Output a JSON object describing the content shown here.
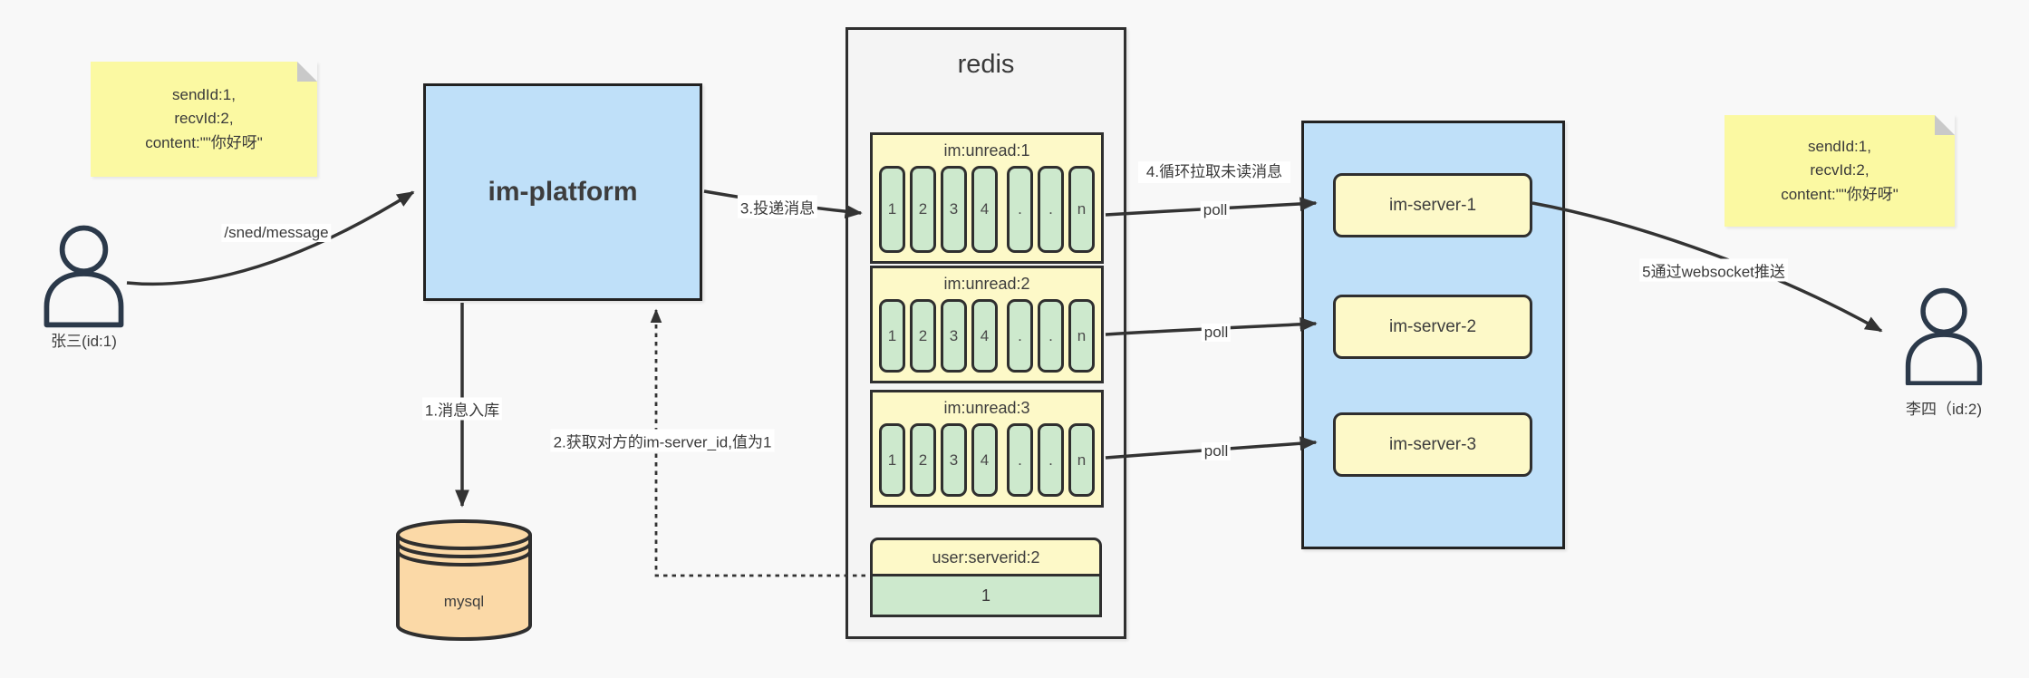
{
  "colors": {
    "page_bg": "#f8f8f8",
    "platform_fill": "#bfe0f9",
    "servers_fill": "#bfe0f9",
    "note_fill": "#fbf9a2",
    "queue_header_fill": "#fdf9c8",
    "queue_cell_fill": "#cde9cd",
    "mysql_fill": "#fbd9a7",
    "redis_fill": "#f4f4f4",
    "stroke": "#2f2f2f"
  },
  "notes": {
    "left": {
      "line1": "sendId:1,",
      "line2": "recvId:2,",
      "line3": "content:\"\"你好呀\""
    },
    "right": {
      "line1": "sendId:1,",
      "line2": "recvId:2,",
      "line3": "content:\"\"你好呀\""
    }
  },
  "actors": {
    "sender": {
      "label": "张三(id:1)"
    },
    "receiver": {
      "label": "李四（id:2)"
    }
  },
  "platform": {
    "label": "im-platform"
  },
  "database": {
    "label": "mysql"
  },
  "redis": {
    "title": "redis",
    "queues": [
      {
        "header": "im:unread:1",
        "cells": [
          "1",
          "2",
          "3",
          "4",
          ".",
          ".",
          "n"
        ]
      },
      {
        "header": "im:unread:2",
        "cells": [
          "1",
          "2",
          "3",
          "4",
          ".",
          ".",
          "n"
        ]
      },
      {
        "header": "im:unread:3",
        "cells": [
          "1",
          "2",
          "3",
          "4",
          ".",
          ".",
          "n"
        ]
      }
    ],
    "kv": {
      "header": "user:serverid:2",
      "value": "1"
    }
  },
  "servers": [
    {
      "label": "im-server-1"
    },
    {
      "label": "im-server-2"
    },
    {
      "label": "im-server-3"
    }
  ],
  "edges": {
    "send_label": "/sned/message",
    "step1_label": "1.消息入库",
    "step2_label": "2.获取对方的im-server_id,值为1",
    "step3_label": "3.投递消息",
    "step4_label": "4.循环拉取未读消息",
    "poll_labels": [
      "poll",
      "poll",
      "poll"
    ],
    "step5_label": "5通过websocket推送"
  }
}
